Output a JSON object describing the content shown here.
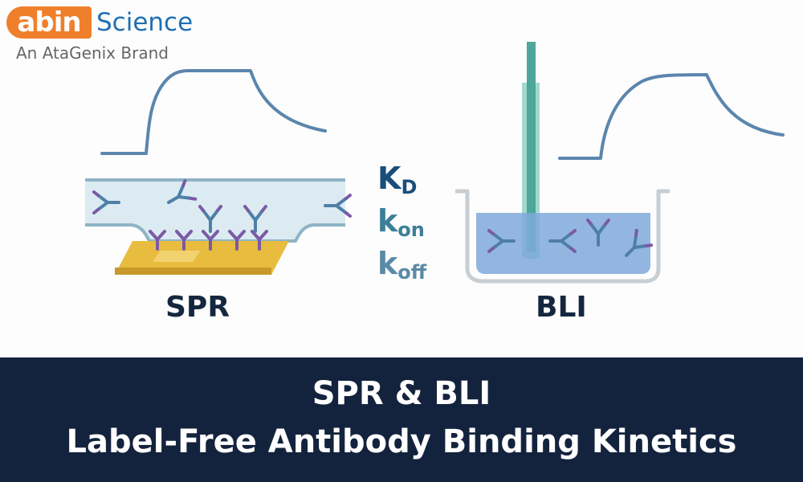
{
  "logo": {
    "part1": "abin",
    "part2": "Science",
    "tagline": "An AtaGenix Brand"
  },
  "methods": {
    "spr_label": "SPR",
    "bli_label": "BLI"
  },
  "kinetics": {
    "kd_main": "K",
    "kd_sub": "D",
    "kon_main": "k",
    "kon_sub": "on",
    "koff_main": "k",
    "koff_sub": "off"
  },
  "footer": {
    "line1": "SPR & BLI",
    "line2": "Label-Free Antibody Binding Kinetics"
  },
  "colors": {
    "logo_orange": "#f07f2c",
    "logo_blue": "#1f6fb3",
    "curve": "#5b86ad",
    "chip_gold": "#e8bd3f",
    "antibody_purple": "#7b5aa6",
    "antibody_blue": "#4f7fa8",
    "probe_teal": "#4fa69a",
    "well_liquid": "#7fa9d9",
    "footer_bg": "#14233d"
  }
}
